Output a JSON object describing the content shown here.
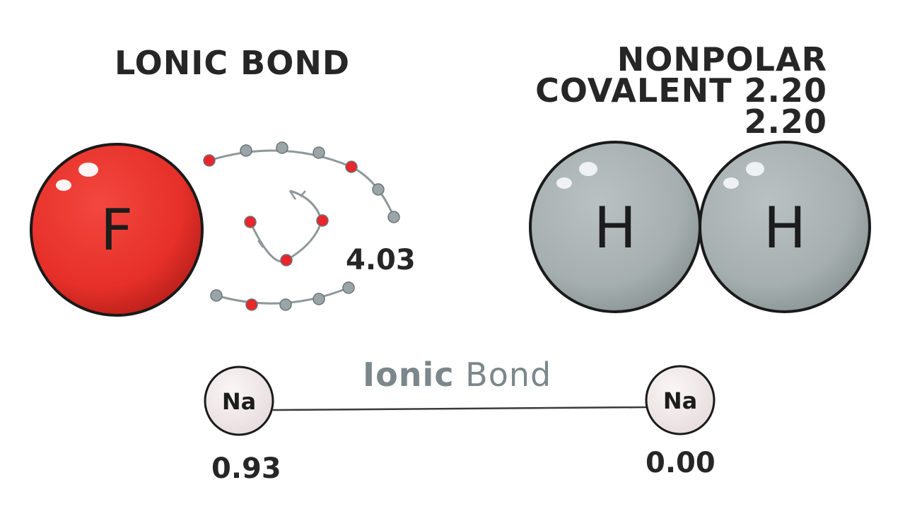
{
  "titles": {
    "ionic": "LONIC BOND",
    "nonpolar_line1": "NONPOLAR",
    "nonpolar_line2": "COVALENT 2.20",
    "nonpolar_line3": "2.20"
  },
  "atoms": {
    "fluorine": "F",
    "hydrogen_left": "H",
    "hydrogen_right": "H",
    "sodium_left": "Na",
    "sodium_right": "Na"
  },
  "values": {
    "fluorine_value": "4.03",
    "sodium_left_value": "0.93",
    "sodium_right_value": "0.00"
  },
  "bond_label": {
    "bold_part": "Ionic",
    "rest": " Bond"
  },
  "colors": {
    "fluorine": "#e63029",
    "hydrogen": "#a9b2b3",
    "sodium": "#f4eced",
    "electron_red": "#e8262c",
    "electron_gray": "#9ba5a7"
  }
}
